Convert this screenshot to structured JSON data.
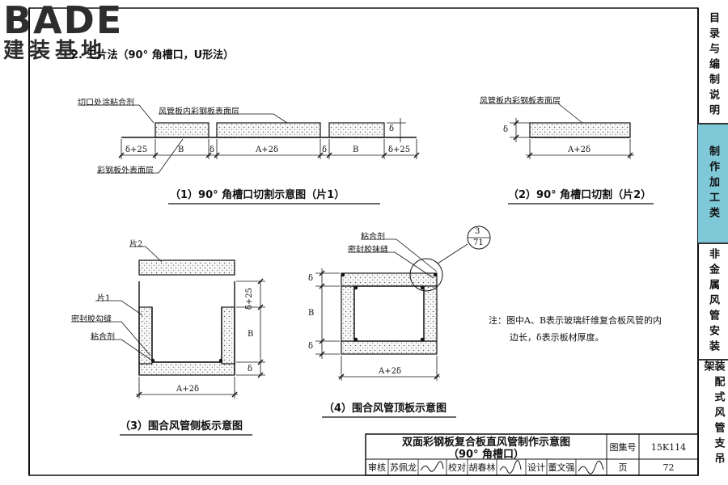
{
  "logo": {
    "word": "BADE",
    "subtitle": "建装基地"
  },
  "section_title": "2. 三片法（90° 角槽口，U形法）",
  "side_tabs": [
    {
      "label": "目录与编制说明",
      "active": false
    },
    {
      "label": "制作加工类",
      "active": true
    },
    {
      "label": "非金属风管安装",
      "active": false
    },
    {
      "label": "装配式风管支吊架",
      "active": false
    }
  ],
  "fig1": {
    "caption": "（1）90° 角槽口切割示意图（片1）",
    "label_glue": "切口处涂粘合剂",
    "label_inner_layer": "风管板内彩钢板表面层",
    "label_outer_layer": "彩钢板外表面层",
    "label_delta": "δ",
    "dims": [
      "δ+25",
      "B",
      "δ",
      "A+2δ",
      "δ",
      "B",
      "δ+25"
    ]
  },
  "fig2": {
    "caption": "（2）90° 角槽口切割（片2）",
    "label_inner_layer": "风管板内彩钢板表面层",
    "label_delta": "δ",
    "dim": "A+2δ"
  },
  "fig3": {
    "caption": "（3）围合风管侧板示意图",
    "label_piece2": "片2",
    "label_piece1": "片1",
    "label_sealant": "密封胶勾缝",
    "label_glue": "粘合剂",
    "dims_vertical": [
      "δ+25",
      "B",
      "δ"
    ],
    "dim_bottom": "A+2δ"
  },
  "fig4": {
    "caption": "（4）围合风管顶板示意图",
    "label_glue": "粘合剂",
    "label_sealant": "密封胶抹缝",
    "detail_ref_top": "3",
    "detail_ref_bottom": "71",
    "dims_vertical": [
      "δ",
      "B",
      "δ"
    ],
    "dim_bottom": "A+2δ"
  },
  "note": {
    "line1": "注：图中A、B表示玻璃纤维复合板风管的内",
    "line2": "边长，δ表示板材厚度。"
  },
  "title_block": {
    "title_line1": "双面彩钢板复合板直风管制作示意图",
    "title_line2": "（90° 角槽口）",
    "atlas_label": "图集号",
    "atlas_no": "15K114",
    "page_label": "页",
    "page_no": "72",
    "review_label": "审核",
    "reviewer": "苏佩龙",
    "check_label": "校对",
    "checker": "胡春林",
    "design_label": "设计",
    "designer": "董文强"
  },
  "colors": {
    "active_tab": "#7fc8d8",
    "line": "#111111"
  }
}
